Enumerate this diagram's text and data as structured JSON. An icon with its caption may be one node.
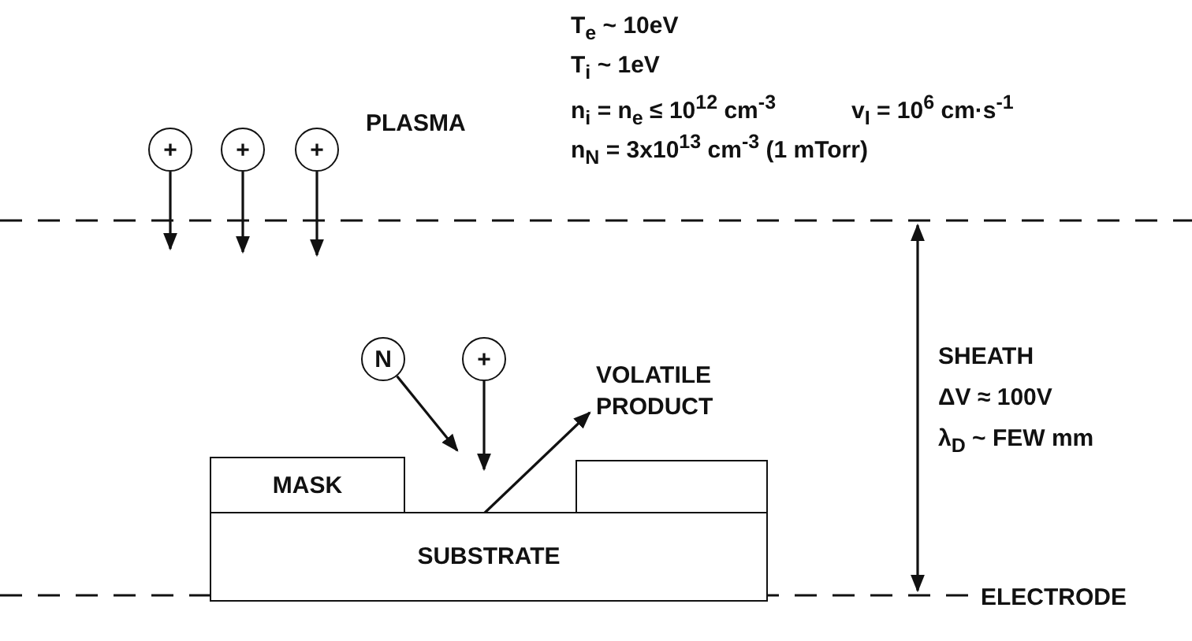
{
  "diagram": {
    "nodes": [
      {
        "text": [
          "+"
        ]
      },
      {
        "text": [
          "+"
        ]
      },
      {
        "text": [
          "+"
        ]
      },
      {
        "text": [
          "N"
        ]
      },
      {
        "text": [
          "+"
        ]
      },
      {
        "text": [
          "VOLATILE PRODUCT"
        ]
      },
      {
        "text": [
          "MASK"
        ]
      },
      {
        "text": [],
        "shape": "box"
      },
      {
        "text": [
          "SUBSTRATE"
        ]
      }
    ],
    "edges": [
      {
        "from": 0,
        "to": null,
        "arrow": "to"
      },
      {
        "from": 1,
        "to": null,
        "arrow": "to"
      },
      {
        "from": 2,
        "to": null,
        "arrow": "to"
      },
      {
        "from": 3,
        "to": null,
        "arrow": "to"
      },
      {
        "from": 4,
        "to": null,
        "arrow": "to"
      },
      {
        "from": 8,
        "to": 5,
        "arrow": "to"
      }
    ],
    "labels": [
      "T$_{e}$ ~ 10eV",
      "T$_{i}$ ~ 1eV",
      "PLASMA",
      "n$_{i}$ = n$_{e}$ ≤ 10$^{12}$ cm$^{-3}$",
      "v$_{I}$ = 10$^{6}$ cm·s$^{-1}$",
      "n$_{N}$ = 3x10$^{13}$ cm$^{-3}$ (1 mTorr)",
      "SHEATH",
      "ΔV ≈ 100V",
      "λ$_{D}$ ~ FEW mm",
      "ELECTRODE"
    ]
  }
}
